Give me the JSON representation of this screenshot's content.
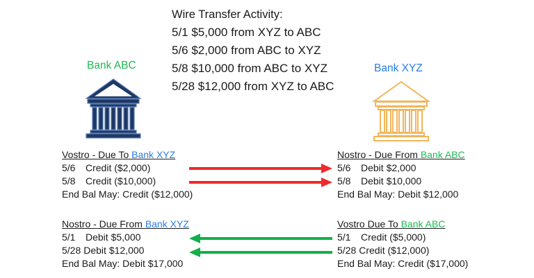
{
  "wire_activity": {
    "title": "Wire Transfer Activity:",
    "lines": [
      "5/1 $5,000 from XYZ to ABC",
      "5/6 $2,000 from ABC to XYZ",
      "5/8 $10,000 from ABC to XYZ",
      "5/28 $12,000 from XYZ to ABC"
    ]
  },
  "banks": {
    "abc": {
      "label": "Bank ABC",
      "label_color": "#1db954",
      "icon": "bank-building-icon",
      "icon_fill": "#1f3864",
      "icon_stroke": "#5b7fb8"
    },
    "xyz": {
      "label": "Bank XYZ",
      "label_color": "#2a7de1",
      "icon": "bank-building-icon",
      "icon_fill": "#f6c26b",
      "icon_stroke": "#b8a07a"
    }
  },
  "ledgers": {
    "abc_vostro": {
      "head_prefix": "Vostro - Due To ",
      "head_bank": "Bank XYZ",
      "entries": [
        {
          "date": "5/6",
          "text": "Credit ($2,000)"
        },
        {
          "date": "5/8",
          "text": "Credit ($10,000)"
        }
      ],
      "balance_label": "End Bal May:",
      "balance_value": " Credit ($12,000)"
    },
    "xyz_nostro": {
      "head_prefix": "Nostro - Due From ",
      "head_bank": "Bank ABC",
      "entries": [
        {
          "date": "5/6",
          "text": "Debit $2,000"
        },
        {
          "date": "5/8",
          "text": "Debit $10,000"
        }
      ],
      "balance_label": "End Bal May:",
      "balance_value": " Debit $12,000"
    },
    "abc_nostro": {
      "head_prefix": "Nostro - Due From ",
      "head_bank": "Bank XYZ",
      "entries": [
        {
          "date": "5/1",
          "text": "Debit $5,000"
        },
        {
          "date": "5/28",
          "text": "Debit $12,000"
        }
      ],
      "balance_label": "End Bal May:",
      "balance_value": " Debit $17,000"
    },
    "xyz_vostro": {
      "head_prefix": "Vostro Due To ",
      "head_bank": "Bank ABC",
      "entries": [
        {
          "date": "5/1",
          "text": "Credit ($5,000)"
        },
        {
          "date": "5/28",
          "text": "Credit ($12,000)"
        }
      ],
      "balance_label": "End Bal May:",
      "balance_value": " Credit ($17,000)"
    }
  },
  "arrows": {
    "abc_to_xyz": {
      "color": "#f02a2a",
      "direction": "right",
      "count": 2
    },
    "xyz_to_abc": {
      "color": "#12b04a",
      "direction": "left",
      "count": 2
    }
  }
}
